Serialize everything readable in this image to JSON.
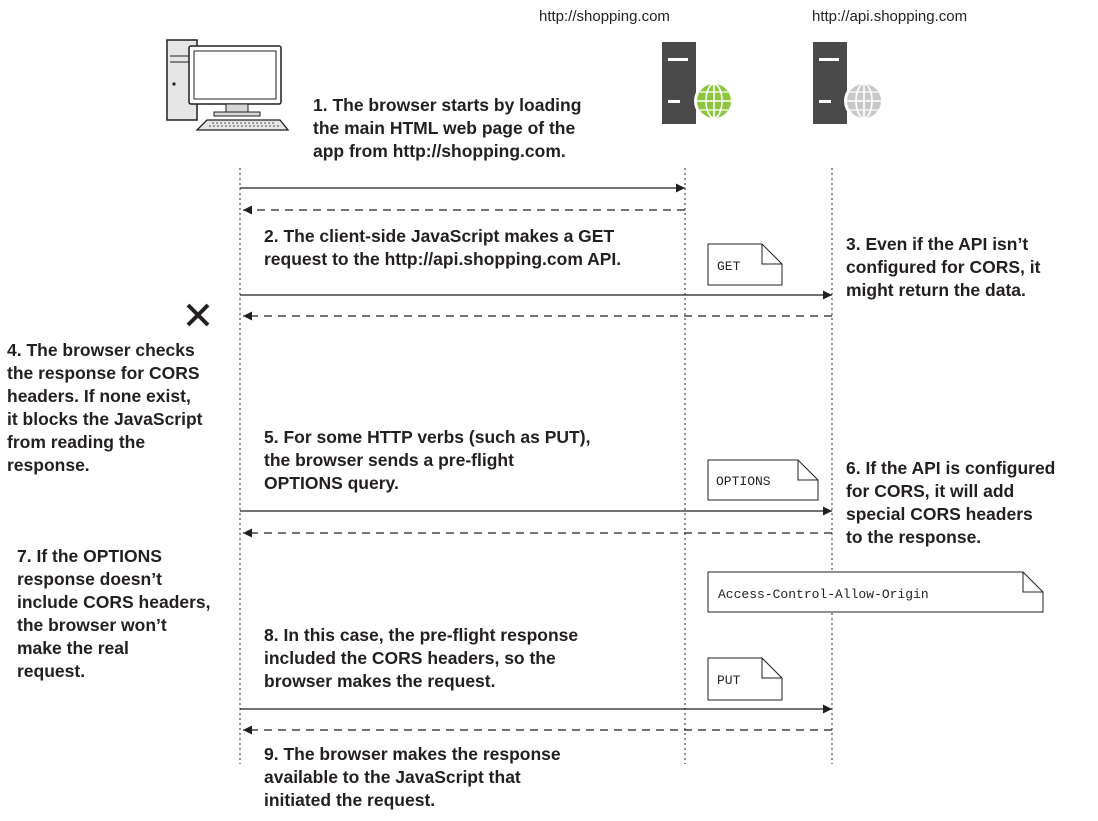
{
  "servers": {
    "shopping_url": "http://shopping.com",
    "api_url": "http://api.shopping.com"
  },
  "steps": [
    {
      "text": "1. The browser starts by loading\nthe main HTML web page of the\napp from http://shopping.com."
    },
    {
      "text": "2. The client-side JavaScript makes a GET\nrequest to the http://api.shopping.com API."
    },
    {
      "text": "3. Even if the API isn’t\nconfigured for CORS, it\nmight return the data."
    },
    {
      "text": "4. The browser checks\nthe response for CORS\nheaders. If none exist,\nit blocks the JavaScript\nfrom reading the\nresponse."
    },
    {
      "text": "5. For some HTTP verbs (such as PUT),\nthe browser sends a pre-flight\nOPTIONS query."
    },
    {
      "text": "6. If the API is configured\nfor CORS, it will add\nspecial CORS headers\nto the response."
    },
    {
      "text": "7. If the OPTIONS\nresponse doesn’t\ninclude CORS headers,\nthe browser won’t\nmake the real\nrequest."
    },
    {
      "text": "8. In this case, the pre-flight response\nincluded the CORS headers, so the\nbrowser makes the request."
    },
    {
      "text": "9. The browser makes the response\navailable to the JavaScript that\ninitiated the request."
    }
  ],
  "notes": {
    "get": "GET",
    "options": "OPTIONS",
    "header": "Access-Control-Allow-Origin",
    "put": "PUT"
  },
  "colors": {
    "ink": "#231f20",
    "server_dark": "#4a4a4a",
    "globe_green": "#8cc63f",
    "globe_grey": "#c8c8c8",
    "monitor_grey": "#d6d6d6"
  },
  "icons": {
    "client": "desktop-computer-icon",
    "shopping_server": "web-server-green-globe-icon",
    "api_server": "web-server-grey-globe-icon",
    "blocked": "cross-icon"
  }
}
